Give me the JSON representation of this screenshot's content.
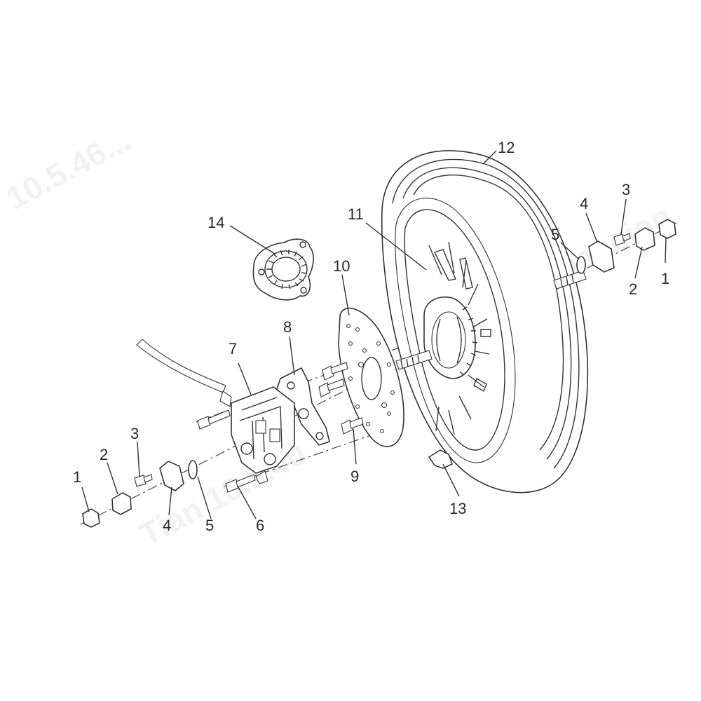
{
  "callouts": [
    {
      "id": "c1a",
      "text": "1"
    },
    {
      "id": "c2a",
      "text": "2"
    },
    {
      "id": "c3a",
      "text": "3"
    },
    {
      "id": "c4a",
      "text": "4"
    },
    {
      "id": "c5a",
      "text": "5"
    },
    {
      "id": "c6",
      "text": "6"
    },
    {
      "id": "c7",
      "text": "7"
    },
    {
      "id": "c8",
      "text": "8"
    },
    {
      "id": "c9",
      "text": "9"
    },
    {
      "id": "c10",
      "text": "10"
    },
    {
      "id": "c11",
      "text": "11"
    },
    {
      "id": "c12",
      "text": "12"
    },
    {
      "id": "c13",
      "text": "13"
    },
    {
      "id": "c14",
      "text": "14"
    },
    {
      "id": "c1b",
      "text": "1"
    },
    {
      "id": "c2b",
      "text": "2"
    },
    {
      "id": "c3b",
      "text": "3"
    },
    {
      "id": "c4b",
      "text": "4"
    },
    {
      "id": "c5b",
      "text": "5"
    }
  ],
  "watermark": {
    "line1": "10.5.46...",
    "line2": "Financion",
    "line3": "Tian 10.5.40"
  }
}
